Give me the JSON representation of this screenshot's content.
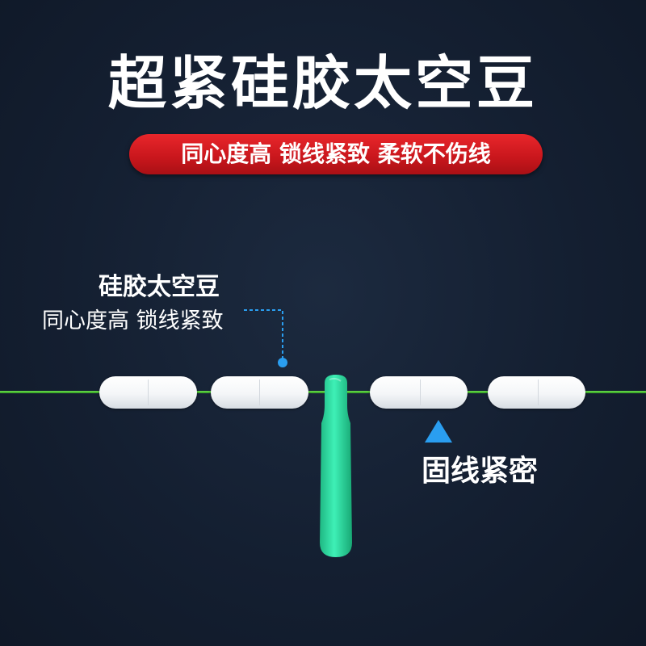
{
  "header": {
    "title": "超紧硅胶太空豆",
    "banner": "同心度高 锁线紧致 柔软不伤线"
  },
  "callout": {
    "title": "硅胶太空豆",
    "subtitle": "同心度高 锁线紧致"
  },
  "annotation": {
    "label": "固线紧密"
  },
  "colors": {
    "background": "#141f31",
    "banner": "#d81c22",
    "fishing_line": "#4cc234",
    "stopper": "#2fd9a0",
    "pointer": "#2a9ef0"
  }
}
